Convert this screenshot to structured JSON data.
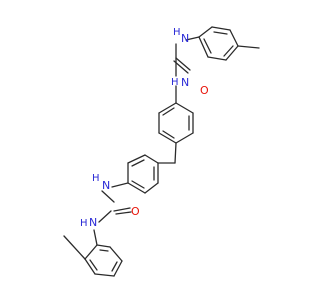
{
  "molecule": {
    "atoms": {
      "n1": {
        "label": "N",
        "hydrogen": "H"
      },
      "n2": {
        "label": "N",
        "hydrogen": "H"
      },
      "o1": {
        "label": "O"
      },
      "n3": {
        "label": "N",
        "hydrogen": "H"
      },
      "n4": {
        "label": "N",
        "hydrogen": "H"
      },
      "o2": {
        "label": "O"
      }
    }
  },
  "colors": {
    "bond": "#2b2b2b",
    "nitrogen": "#2a2ad6",
    "oxygen": "#e8140a",
    "background": "#ffffff"
  }
}
